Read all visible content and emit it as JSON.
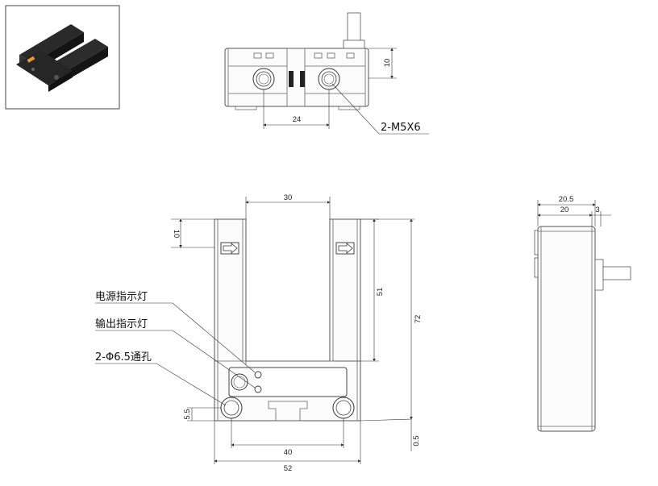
{
  "labels": {
    "power_led": "电源指示灯",
    "output_led": "输出指示灯",
    "mount_holes": "2-Φ6.5通孔",
    "screw_thread": "2-M5X6"
  },
  "dims": {
    "top_width_24": "24",
    "top_height_10": "10",
    "front_slot_30": "30",
    "front_10": "10",
    "front_51": "51",
    "front_72": "72",
    "front_hole_40": "40",
    "front_width_52": "52",
    "front_5_5": "5.5",
    "front_0_5": "0.5",
    "side_20_5": "20.5",
    "side_20": "20",
    "side_3": "3"
  },
  "icons": {
    "arrow": "arrow-right-icon",
    "photo": "product-photo"
  }
}
